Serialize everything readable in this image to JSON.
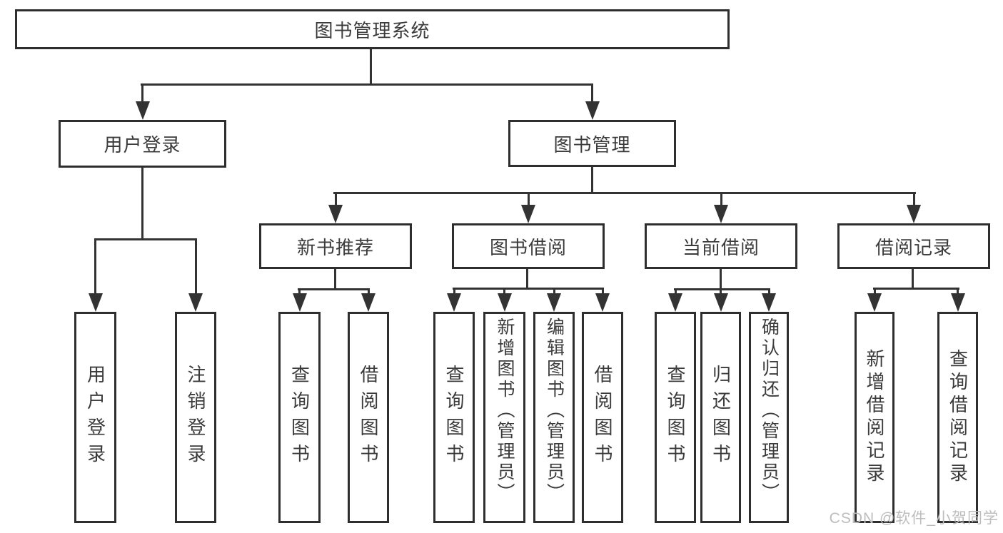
{
  "diagram": {
    "title": "图书管理系统",
    "type": "hierarchy-tree"
  },
  "nodes": [
    {
      "id": "root",
      "label": "图书管理系统",
      "level": 1
    },
    {
      "id": "user-login",
      "label": "用户登录",
      "level": 2
    },
    {
      "id": "book-mgmt",
      "label": "图书管理",
      "level": 2
    },
    {
      "id": "new-book-rec",
      "label": "新书推荐",
      "level": 3
    },
    {
      "id": "book-borrow",
      "label": "图书借阅",
      "level": 3
    },
    {
      "id": "current-borrow",
      "label": "当前借阅",
      "level": 3
    },
    {
      "id": "borrow-record",
      "label": "借阅记录",
      "level": 3
    },
    {
      "id": "leaf-user-login",
      "label": "用户登录",
      "level": 4
    },
    {
      "id": "leaf-logout",
      "label": "注销登录",
      "level": 4
    },
    {
      "id": "leaf-query-book-1",
      "label": "查询图书",
      "level": 4
    },
    {
      "id": "leaf-borrow-book-1",
      "label": "借阅图书",
      "level": 4
    },
    {
      "id": "leaf-query-book-2",
      "label": "查询图书",
      "level": 4
    },
    {
      "id": "leaf-add-book",
      "label": "新增图书（管理员）",
      "level": 4
    },
    {
      "id": "leaf-edit-book",
      "label": "编辑图书（管理员）",
      "level": 4
    },
    {
      "id": "leaf-borrow-book-2",
      "label": "借阅图书",
      "level": 4
    },
    {
      "id": "leaf-query-book-3",
      "label": "查询图书",
      "level": 4
    },
    {
      "id": "leaf-return-book",
      "label": "归还图书",
      "level": 4
    },
    {
      "id": "leaf-confirm-return",
      "label": "确认归还（管理员）",
      "level": 4
    },
    {
      "id": "leaf-add-record",
      "label": "新增借阅记录",
      "level": 4
    },
    {
      "id": "leaf-query-record",
      "label": "查询借阅记录",
      "level": 4
    }
  ],
  "edges": [
    {
      "from": "root",
      "to": [
        "user-login",
        "book-mgmt"
      ]
    },
    {
      "from": "user-login",
      "to": [
        "leaf-user-login",
        "leaf-logout"
      ]
    },
    {
      "from": "book-mgmt",
      "to": [
        "new-book-rec",
        "book-borrow",
        "current-borrow",
        "borrow-record"
      ]
    },
    {
      "from": "new-book-rec",
      "to": [
        "leaf-query-book-1",
        "leaf-borrow-book-1"
      ]
    },
    {
      "from": "book-borrow",
      "to": [
        "leaf-query-book-2",
        "leaf-add-book",
        "leaf-edit-book",
        "leaf-borrow-book-2"
      ]
    },
    {
      "from": "current-borrow",
      "to": [
        "leaf-query-book-3",
        "leaf-return-book",
        "leaf-confirm-return"
      ]
    },
    {
      "from": "borrow-record",
      "to": [
        "leaf-add-record",
        "leaf-query-record"
      ]
    }
  ],
  "watermark": {
    "text": "CSDN @软件_小贺同学"
  },
  "colors": {
    "line": "#333333",
    "box_border": "#2e2e2e",
    "text": "#3b3b3b",
    "watermark": "#bdbdbd",
    "background": "#ffffff"
  }
}
